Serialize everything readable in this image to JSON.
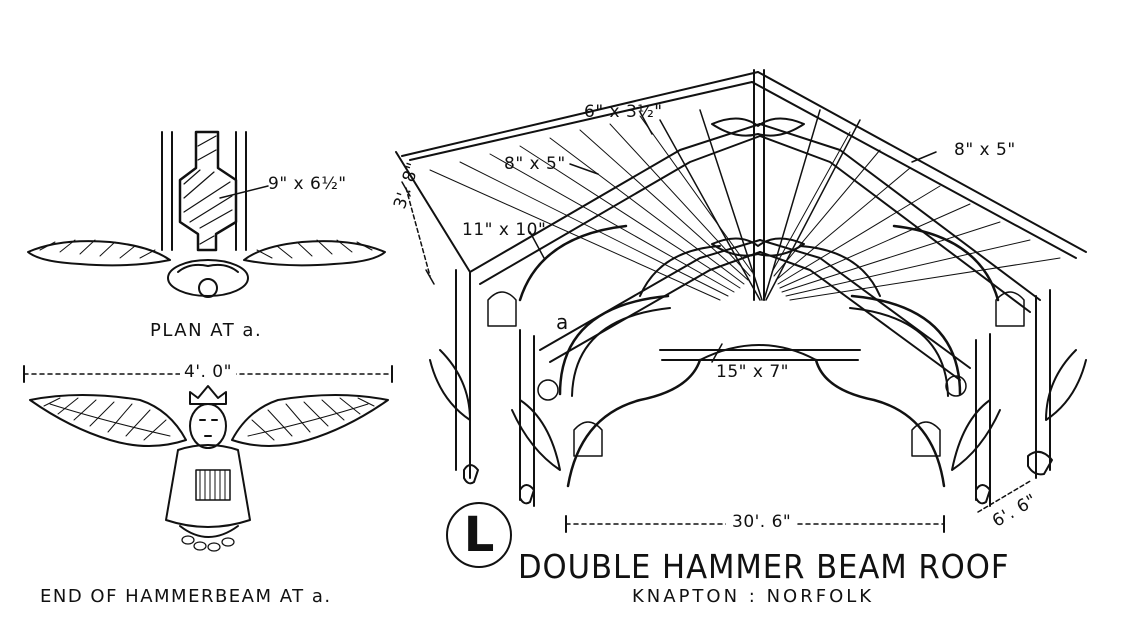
{
  "plate": {
    "letter": "L",
    "title": "DOUBLE HAMMER BEAM ROOF",
    "subtitle": "KNAPTON : NORFOLK"
  },
  "plan": {
    "caption": "PLAN AT a.",
    "dimension": "9\" x 6½\""
  },
  "hammerbeam_end": {
    "caption": "END OF HAMMERBEAM AT a.",
    "span": "4'. 0\""
  },
  "roof": {
    "marker_a": "a",
    "dimensions": {
      "rafter_top": "6\" x 3½\"",
      "left_purlin": "8\" x 5\"",
      "right_purlin": "8\" x 5\"",
      "hammer_beam": "11\" x 10\"",
      "wall_height": "3'. 8\"",
      "collar": "15\" x 7\"",
      "span": "30'. 6\"",
      "wall_plate": "6'. 6\""
    }
  }
}
